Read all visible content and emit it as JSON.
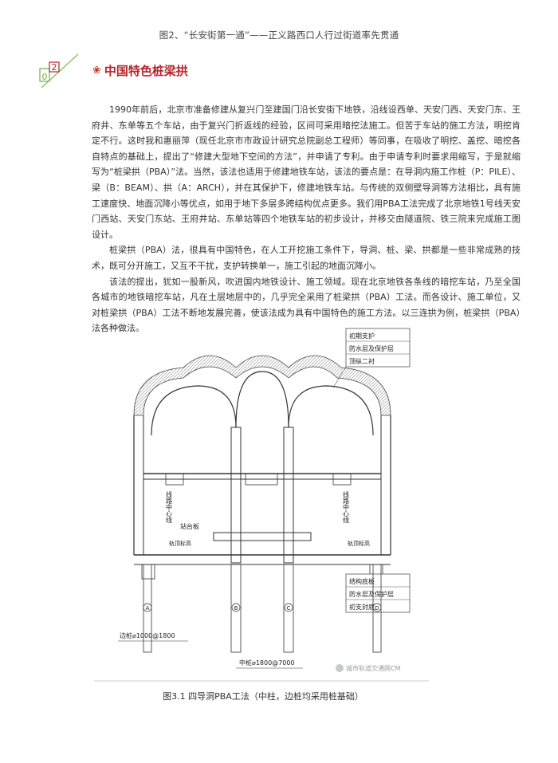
{
  "header": "图2、“长安街第一通”——正义路西口人行过街道率先贯通",
  "logo": {
    "text": "20"
  },
  "section": {
    "title": "中国特色桩梁拱"
  },
  "paragraphs": [
    "1990年前后，北京市准备修建从复兴门至建国门沿长安街下地铁，沿线设西单、天安门西、天安门东、王府井、东单等五个车站，由于复兴门折返线的经验，区间可采用暗挖法施工。但苦于车站的施工方法，明挖肯定不行。这时我和惠丽萍（现任北京市市政设计研究总院副总工程师）等同事，在吸收了明挖、盖挖、暗挖各自特点的基础上，提出了“修建大型地下空间的方法”，并申请了专利。由于申请专利时要求用缩写，于是就缩写为“桩梁拱（PBA）”法。当然，该法也适用于修建地铁车站，该法的要点是：在导洞内施工作桩（P：PILE）、梁（B：BEAM）、拱（A：ARCH），并在其保护下，修建地铁车站。与传统的双侧壁导洞等方法相比，具有施工速度快、地面沉降小等优点，如用于地下多层多跨结构优点更多。我们用PBA工法完成了北京地铁1号线天安门西站、天安门东站、王府井站、东单站等四个地铁车站的初步设计，并移交由隧道院、铁三院来完成施工图设计。",
    "桩梁拱（PBA）法，很具有中国特色，在人工开挖施工条件下，导洞、桩、梁、拱都是一些非常成熟的技术，既可分开施工，又互不干扰，支护转换单一，施工引起的地面沉降小。",
    "该法的提出，犹如一股新风，吹进国内地铁设计、施工领域。现在北京地铁各条线的暗挖车站，乃至全国各城市的地铁暗挖车站，凡在土层地层中的，几乎完全采用了桩梁拱（PBA）工法。而各设计、施工单位，又对桩梁拱（PBA）工法不断地发展完善，使该法成为具有中国特色的施工方法。以三连拱为例，桩梁拱（PBA）法各种做法。"
  ],
  "figure": {
    "labels": {
      "top_1": "初期支护",
      "top_2": "防水层及保护层",
      "top_3": "顶纵二衬",
      "centerline_left": "线路中心线",
      "centerline_right": "线路中心线",
      "platform": "站台板",
      "rail_left": "轨顶标高",
      "rail_right": "轨顶标高",
      "bottom_1": "结构底板",
      "bottom_2": "防水层及保护层",
      "bottom_3": "初支封底",
      "side_pile": "边桩⌀1000@1800",
      "mid_pile": "中桩⌀1800@7000",
      "axis_a": "A",
      "axis_b": "B",
      "axis_c": "C",
      "axis_d": "D",
      "watermark": "城市轨道交通网CM"
    }
  },
  "caption": "图3.1  四导洞PBA工法（中柱，边桩均采用桩基础）"
}
